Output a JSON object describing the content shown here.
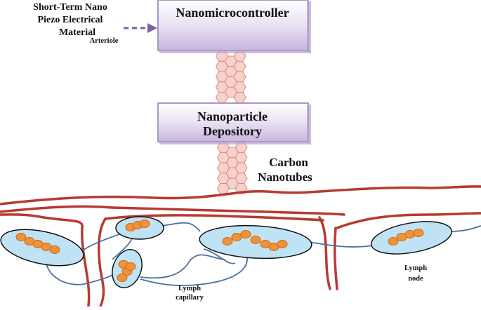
{
  "diagram": {
    "source_label_lines": [
      "Short-Term Nano",
      "Piezo Electrical",
      "Material"
    ],
    "arteriole_label": "Arteriole",
    "controller_label": "Nanomicrocontroller",
    "depository_label_lines": [
      "Nanoparticle",
      "Depository"
    ],
    "nanotubes_label_lines": [
      "Carbon",
      "Nanotubes"
    ],
    "lymph_capillary_label_lines": [
      "Lymph",
      "capillary"
    ],
    "lymph_node_label_lines": [
      "Lymph",
      "node"
    ]
  },
  "colors": {
    "box_fill_top": "#ffffff",
    "box_fill_bottom": "#c9b9e0",
    "box_border": "#a897c8",
    "arrow": "#7b5fa8",
    "hexagon_fill": "#f7d2cc",
    "hexagon_stroke": "#d98b80",
    "vessel": "#b83a32",
    "capillary": "#4a6fa5",
    "node_fill": "#bfe3f5",
    "node_stroke": "#111111",
    "cell_fill": "#f0923a",
    "cell_stroke": "#c96a1a"
  }
}
